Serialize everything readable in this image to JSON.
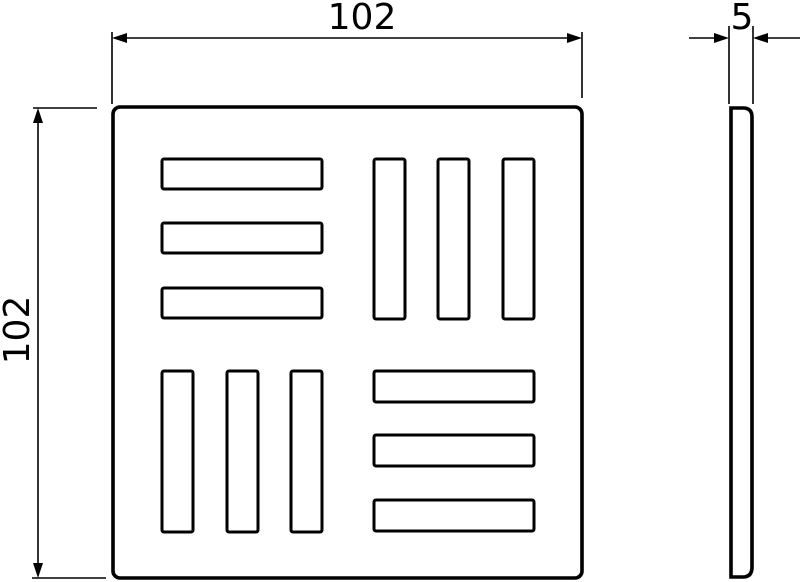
{
  "drawing": {
    "title": "Square drain grate technical drawing",
    "units": "mm",
    "dimensions": {
      "width_label": "102",
      "height_label": "102",
      "thickness_label": "5"
    },
    "views": {
      "front": {
        "shape": "rounded square plate",
        "slot_groups": [
          {
            "position": "top-left",
            "orientation": "horizontal",
            "count": 3
          },
          {
            "position": "top-right",
            "orientation": "vertical",
            "count": 3
          },
          {
            "position": "bottom-left",
            "orientation": "vertical",
            "count": 3
          },
          {
            "position": "bottom-right",
            "orientation": "horizontal",
            "count": 3
          }
        ]
      },
      "side": {
        "shape": "thin profile with rounded right edge"
      }
    },
    "colors": {
      "line": "#000000",
      "background": "#ffffff"
    }
  }
}
